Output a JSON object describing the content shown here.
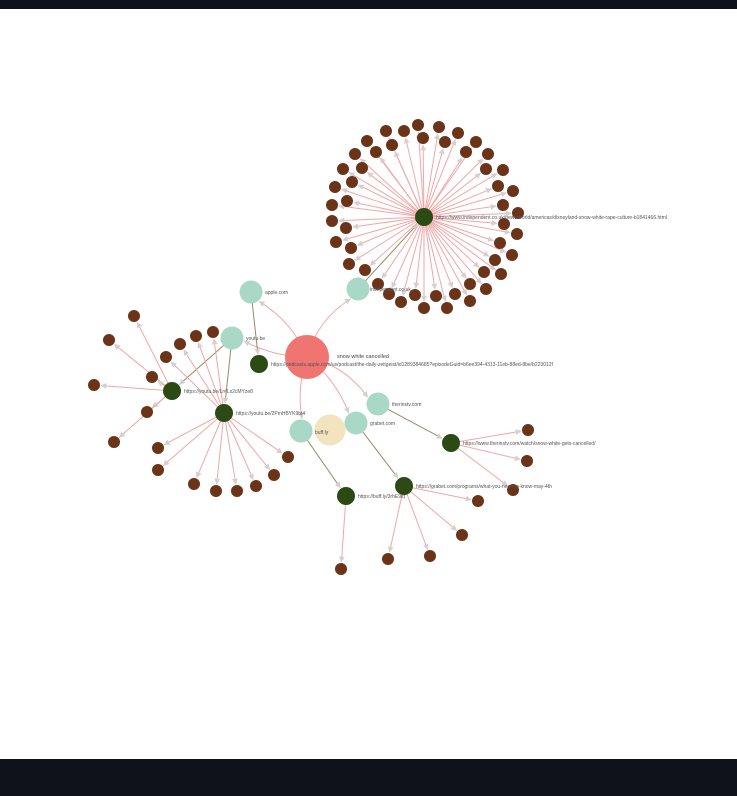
{
  "root": {
    "label": "snow white cancelled"
  },
  "domains": [
    {
      "id": "apple",
      "label": "apple.com"
    },
    {
      "id": "youtube",
      "label": "youtu.be"
    },
    {
      "id": "independent",
      "label": "independent.co.uk"
    },
    {
      "id": "therinstv",
      "label": "therinstv.com"
    },
    {
      "id": "grabet",
      "label": "grabet.com"
    },
    {
      "id": "buffly",
      "label": "buff.ly"
    }
  ],
  "urls": [
    {
      "id": "podcast",
      "label": "https://podcasts.apple.com/us/podcast/the-daily-zeitgeist/id1289384685?episodeGuid=b6ee394-4313-11eb-88ed-8be/b223012f"
    },
    {
      "id": "yt1",
      "label": "https://youtu.be/Lr#Ls2cMYze8"
    },
    {
      "id": "yt2",
      "label": "https://youtu.be/2PmHBYK9bt4"
    },
    {
      "id": "indep",
      "label": "https://www.independent.co.uk/news/world/americas/disneyland-snow-white-rape-culture-b1841466.html"
    },
    {
      "id": "rins",
      "label": "https://www.therinstv.com/watch/snow-white-gets-cancelled/"
    },
    {
      "id": "grab",
      "label": "https://grabet.com/programs/what-you-need-to-know-may-4th"
    },
    {
      "id": "buff",
      "label": "https://buff.ly/3rhE9iq"
    }
  ],
  "colors": {
    "root": "#f07470",
    "domain": "#a9d9c6",
    "url": "#2b4a14",
    "leaf": "#6b3418",
    "buffly": "#f3e3bf",
    "edge": "#f2a6a6",
    "domain_edge": "#9a8866"
  }
}
